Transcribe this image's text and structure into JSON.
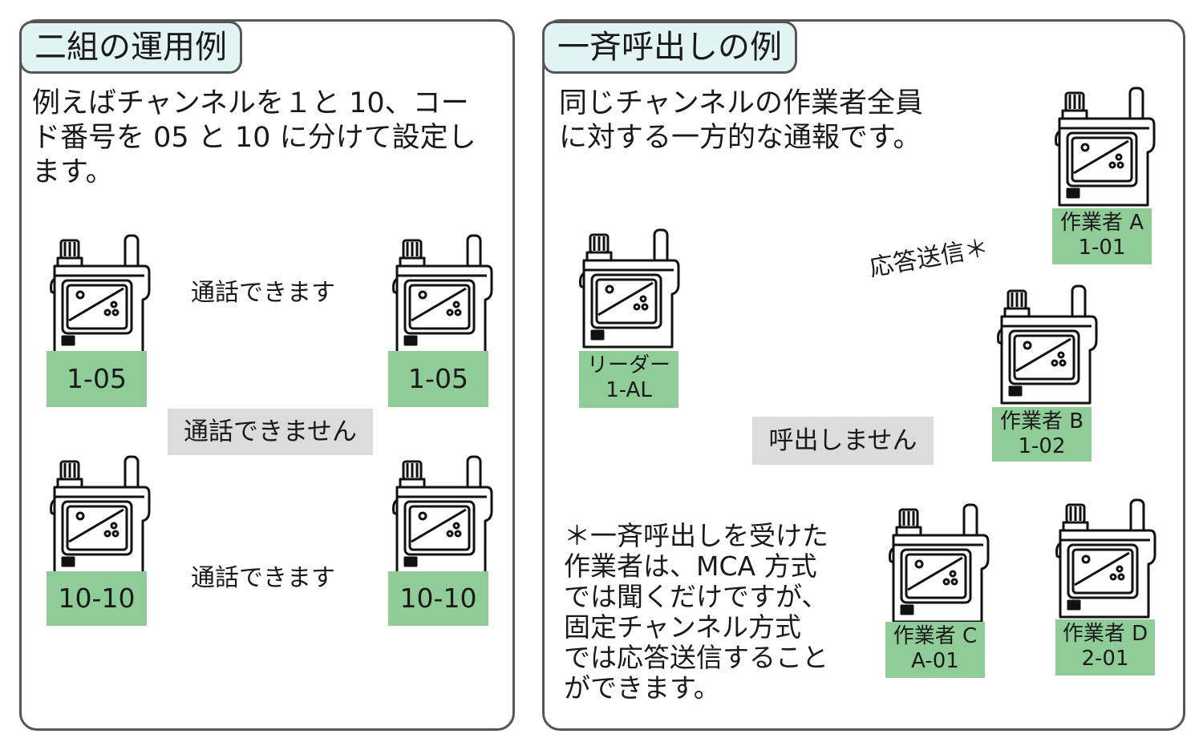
{
  "left_panel": {
    "title": "二組の運用例",
    "description": [
      "例えばチャンネルを１と 10、コー",
      "ド番号を 05 と 10 に分けて設定し",
      "ます。"
    ],
    "can_talk_top": "通話できます",
    "can_talk_bottom": "通話できます",
    "cannot_talk": "通話できません",
    "radios": [
      {
        "code": "1-05"
      },
      {
        "code": "1-05"
      },
      {
        "code": "10-10"
      },
      {
        "code": "10-10"
      }
    ]
  },
  "right_panel": {
    "title": "一斉呼出しの例",
    "description": [
      "同じチャンネルの作業者全員",
      "に対する一方的な通報です。"
    ],
    "reply_label": "応答送信＊",
    "no_call_label": "呼出しません",
    "footnote": [
      "＊一斉呼出しを受けた",
      "作業者は、MCA 方式",
      "では聞くだけですが、",
      "固定チャンネル方式",
      "では応答送信すること",
      "ができます。"
    ],
    "leader": {
      "name": "リーダー",
      "code": "1-AL"
    },
    "workers": [
      {
        "name": "作業者 A",
        "code": "1-01"
      },
      {
        "name": "作業者 B",
        "code": "1-02"
      },
      {
        "name": "作業者 C",
        "code": "A-01"
      },
      {
        "name": "作業者 D",
        "code": "2-01"
      }
    ]
  },
  "colors": {
    "yellow_arrow": "#ffe100",
    "orange_dashed": "#f7931e",
    "dark_arrow": "#333333",
    "label_green": "#8fcc97",
    "tab_fill": "#e1f3f2",
    "grey_label": "#dcdcdc"
  }
}
